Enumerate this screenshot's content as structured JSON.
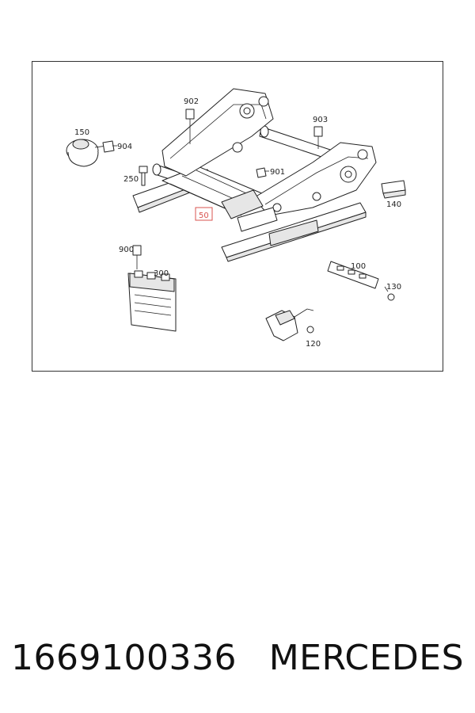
{
  "callouts": {
    "c902": "902",
    "c903": "903",
    "c150": "150",
    "c904": "904",
    "c901": "901",
    "c250": "250",
    "c140": "140",
    "c50": "50",
    "c900": "900",
    "c300": "300",
    "c100": "100",
    "c130": "130",
    "c120": "120"
  },
  "highlight_color": "#d9534f",
  "footer": {
    "part_number": "1669100336",
    "brand": "MERCEDES"
  }
}
